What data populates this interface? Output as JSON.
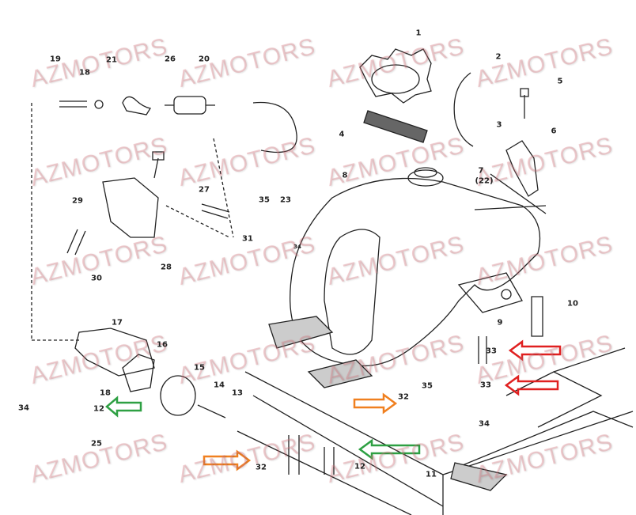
{
  "watermark": "AZMOTORS",
  "part_labels": {
    "p1": "1",
    "p2": "2",
    "p3": "3",
    "p4": "4",
    "p5": "5",
    "p6": "6",
    "p7": "7",
    "p7b": "(22)",
    "p8": "8",
    "p9": "9",
    "p10": "10",
    "p11": "11",
    "p12a": "12",
    "p12b": "12",
    "p13": "13",
    "p14": "14",
    "p15": "15",
    "p16": "16",
    "p17": "17",
    "p18a": "18",
    "p18b": "18",
    "p19": "19",
    "p20": "20",
    "p21": "21",
    "p23": "23",
    "p25": "25",
    "p26": "26",
    "p27": "27",
    "p28": "28",
    "p29": "29",
    "p30": "30",
    "p31": "31",
    "p32a": "32",
    "p32b": "32",
    "p33a": "33",
    "p33b": "33",
    "p34a": "34",
    "p34b": "34",
    "p34c": "34",
    "p35a": "35",
    "p35b": "35"
  },
  "colors": {
    "red_arrow": "#e02020",
    "green_arrow": "#2ea043",
    "orange_arrow": "#f08020",
    "line": "#222222"
  }
}
